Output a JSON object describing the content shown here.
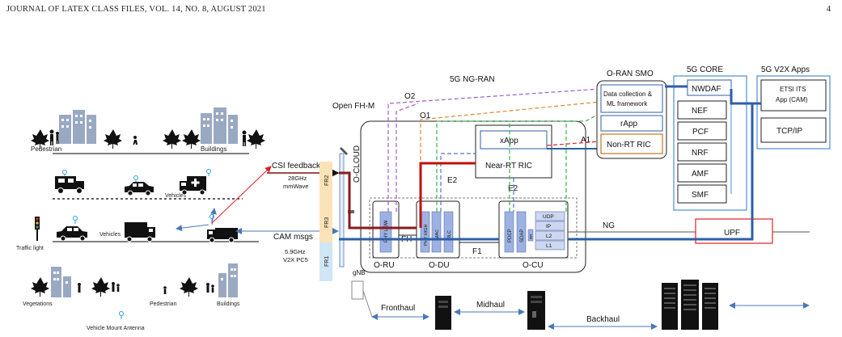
{
  "header": {
    "journal": "JOURNAL OF LATEX CLASS FILES, VOL. 14, NO. 8, AUGUST 2021",
    "page_number": "4"
  },
  "scene": {
    "pedestrian_top": "Pedestrian",
    "buildings_top": "Buildings",
    "vehicles_mid": "Vehicles",
    "vehicles_low": "Vehicles",
    "traffic_light": "Traffic light",
    "vegetations": "Vegetations",
    "pedestrian_bottom": "Pedestrian",
    "buildings_bottom": "Buildings",
    "vehicle_antenna": "Vehicle Mount Antenna"
  },
  "links": {
    "csi_feedback": "CSI feedback",
    "mmwave_freq": "28GHz",
    "mmwave": "mmWave",
    "cam_msgs": "CAM msgs",
    "v2x_freq": "5.9GHz",
    "v2x_pc5": "V2X PC5",
    "fr2": "FR2",
    "fr3": "FR3",
    "fr1": "FR1",
    "gnb": "gNB"
  },
  "ran": {
    "title": "5G NG-RAN",
    "open_fhm": "Open FH-M",
    "o_cloud": "O-CLOUD",
    "o2": "O2",
    "o1": "O1",
    "e2_top": "E2",
    "e2_mid": "E2",
    "a1": "A1",
    "fh": "FH",
    "f1": "F1",
    "ng": "NG",
    "o_ru": "O-RU",
    "o_du": "O-DU",
    "o_cu": "O-CU",
    "ru_layers": [
      "PHY LOW"
    ],
    "du_layers": [
      "PHY HIGH",
      "MAC",
      "RLC"
    ],
    "cu_layers": [
      "PDCP",
      "SDAP",
      "UDP",
      "IP",
      "L2",
      "L1"
    ],
    "cu_rrc": "RR",
    "xapp": "xApp",
    "near_rt_ric": "Near-RT RIC"
  },
  "smo": {
    "title": "O-RAN SMO",
    "data_collection": "Data collection &",
    "ml_framework": "ML framework",
    "rapp": "rApp",
    "non_rt_ric": "Non-RT RIC"
  },
  "core": {
    "title": "5G CORE",
    "functions": [
      "NWDAF",
      "NEF",
      "PCF",
      "NRF",
      "AMF",
      "SMF"
    ],
    "upf": "UPF"
  },
  "apps": {
    "title": "5G V2X Apps",
    "etsi_line1": "ETSI ITS",
    "etsi_line2": "App (CAM)",
    "tcpip": "TCP/IP"
  },
  "transport": {
    "fronthaul": "Fronthaul",
    "midhaul": "Midhaul",
    "backhaul": "Backhaul"
  }
}
